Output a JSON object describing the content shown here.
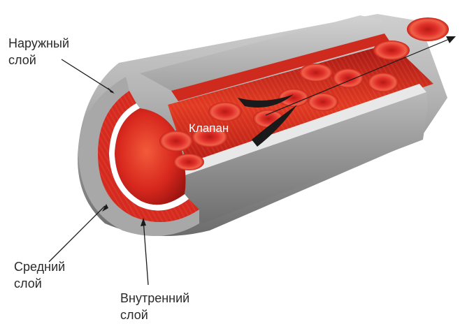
{
  "labels": {
    "outer_layer": [
      "Наружный",
      "слой"
    ],
    "middle_layer": [
      "Средний",
      "слой"
    ],
    "inner_layer": [
      "Внутренний",
      "слой"
    ],
    "valve": "Клапан"
  },
  "colors": {
    "outer_wall": "#a8a8a8",
    "wall_cut_face": "#d6d6d6",
    "lumen_red": "#d8281e",
    "blood_cell": "#e0302a",
    "valve_flap": "#1a1a1a",
    "text": "#2a2a2a"
  }
}
